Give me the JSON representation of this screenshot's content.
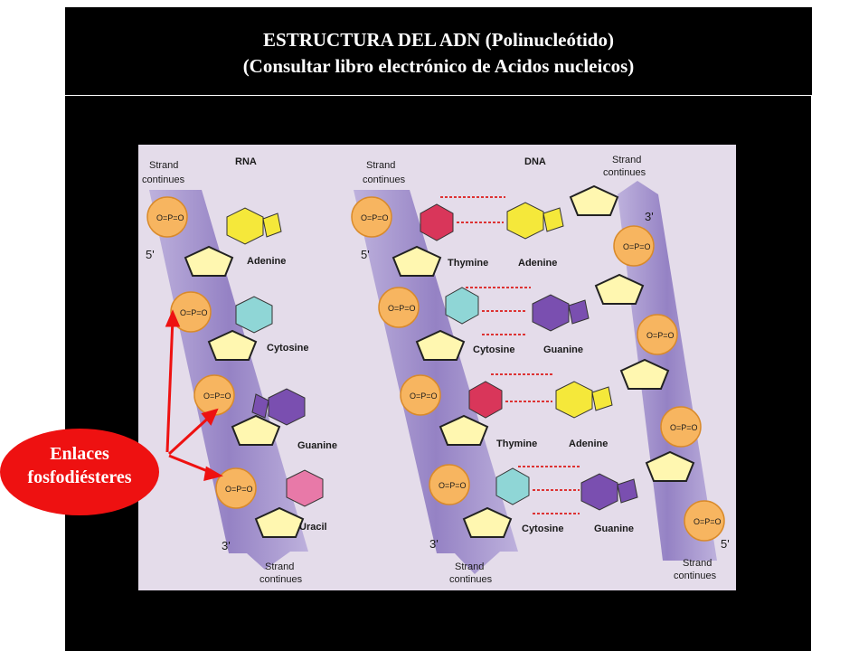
{
  "title": {
    "line1": "ESTRUCTURA DEL ADN (Polinucleótido)",
    "line2": "(Consultar libro electrónico de Acidos nucleicos)"
  },
  "callout": {
    "line1": "Enlaces",
    "line2": "fosfodiésteres",
    "color": "#ee1111"
  },
  "figure": {
    "rna": {
      "heading": "RNA",
      "strand_top": [
        "Strand",
        "continues"
      ],
      "strand_bottom": [
        "Strand",
        "continues"
      ],
      "end_top": "5'",
      "end_bottom": "3'",
      "bases": [
        "Adenine",
        "Cytosine",
        "Guanine",
        "Uracil"
      ]
    },
    "dna": {
      "heading": "DNA",
      "left_strand_top": [
        "Strand",
        "continues"
      ],
      "left_strand_bottom": [
        "Strand",
        "continues"
      ],
      "right_strand_top": [
        "Strand",
        "continues"
      ],
      "right_strand_bottom": [
        "Strand",
        "continues"
      ],
      "left_end_top": "5'",
      "left_end_bottom": "3'",
      "right_end_top": "3'",
      "right_end_bottom": "5'",
      "left_bases": [
        "Thymine",
        "Cytosine",
        "Thymine",
        "Cytosine"
      ],
      "right_bases": [
        "Adenine",
        "Guanine",
        "Adenine",
        "Guanine"
      ]
    },
    "colors": {
      "background": "#e4dcea",
      "ribbon": "#9a88c8",
      "phosphate": "#f7b560",
      "sugar": "#fff7b0",
      "adenine": "#f5e83a",
      "cytosine": "#8fd6d6",
      "guanine": "#7a4fb0",
      "uracil": "#e879a8",
      "thymine": "#d9365a",
      "hbond": "#d33"
    }
  }
}
